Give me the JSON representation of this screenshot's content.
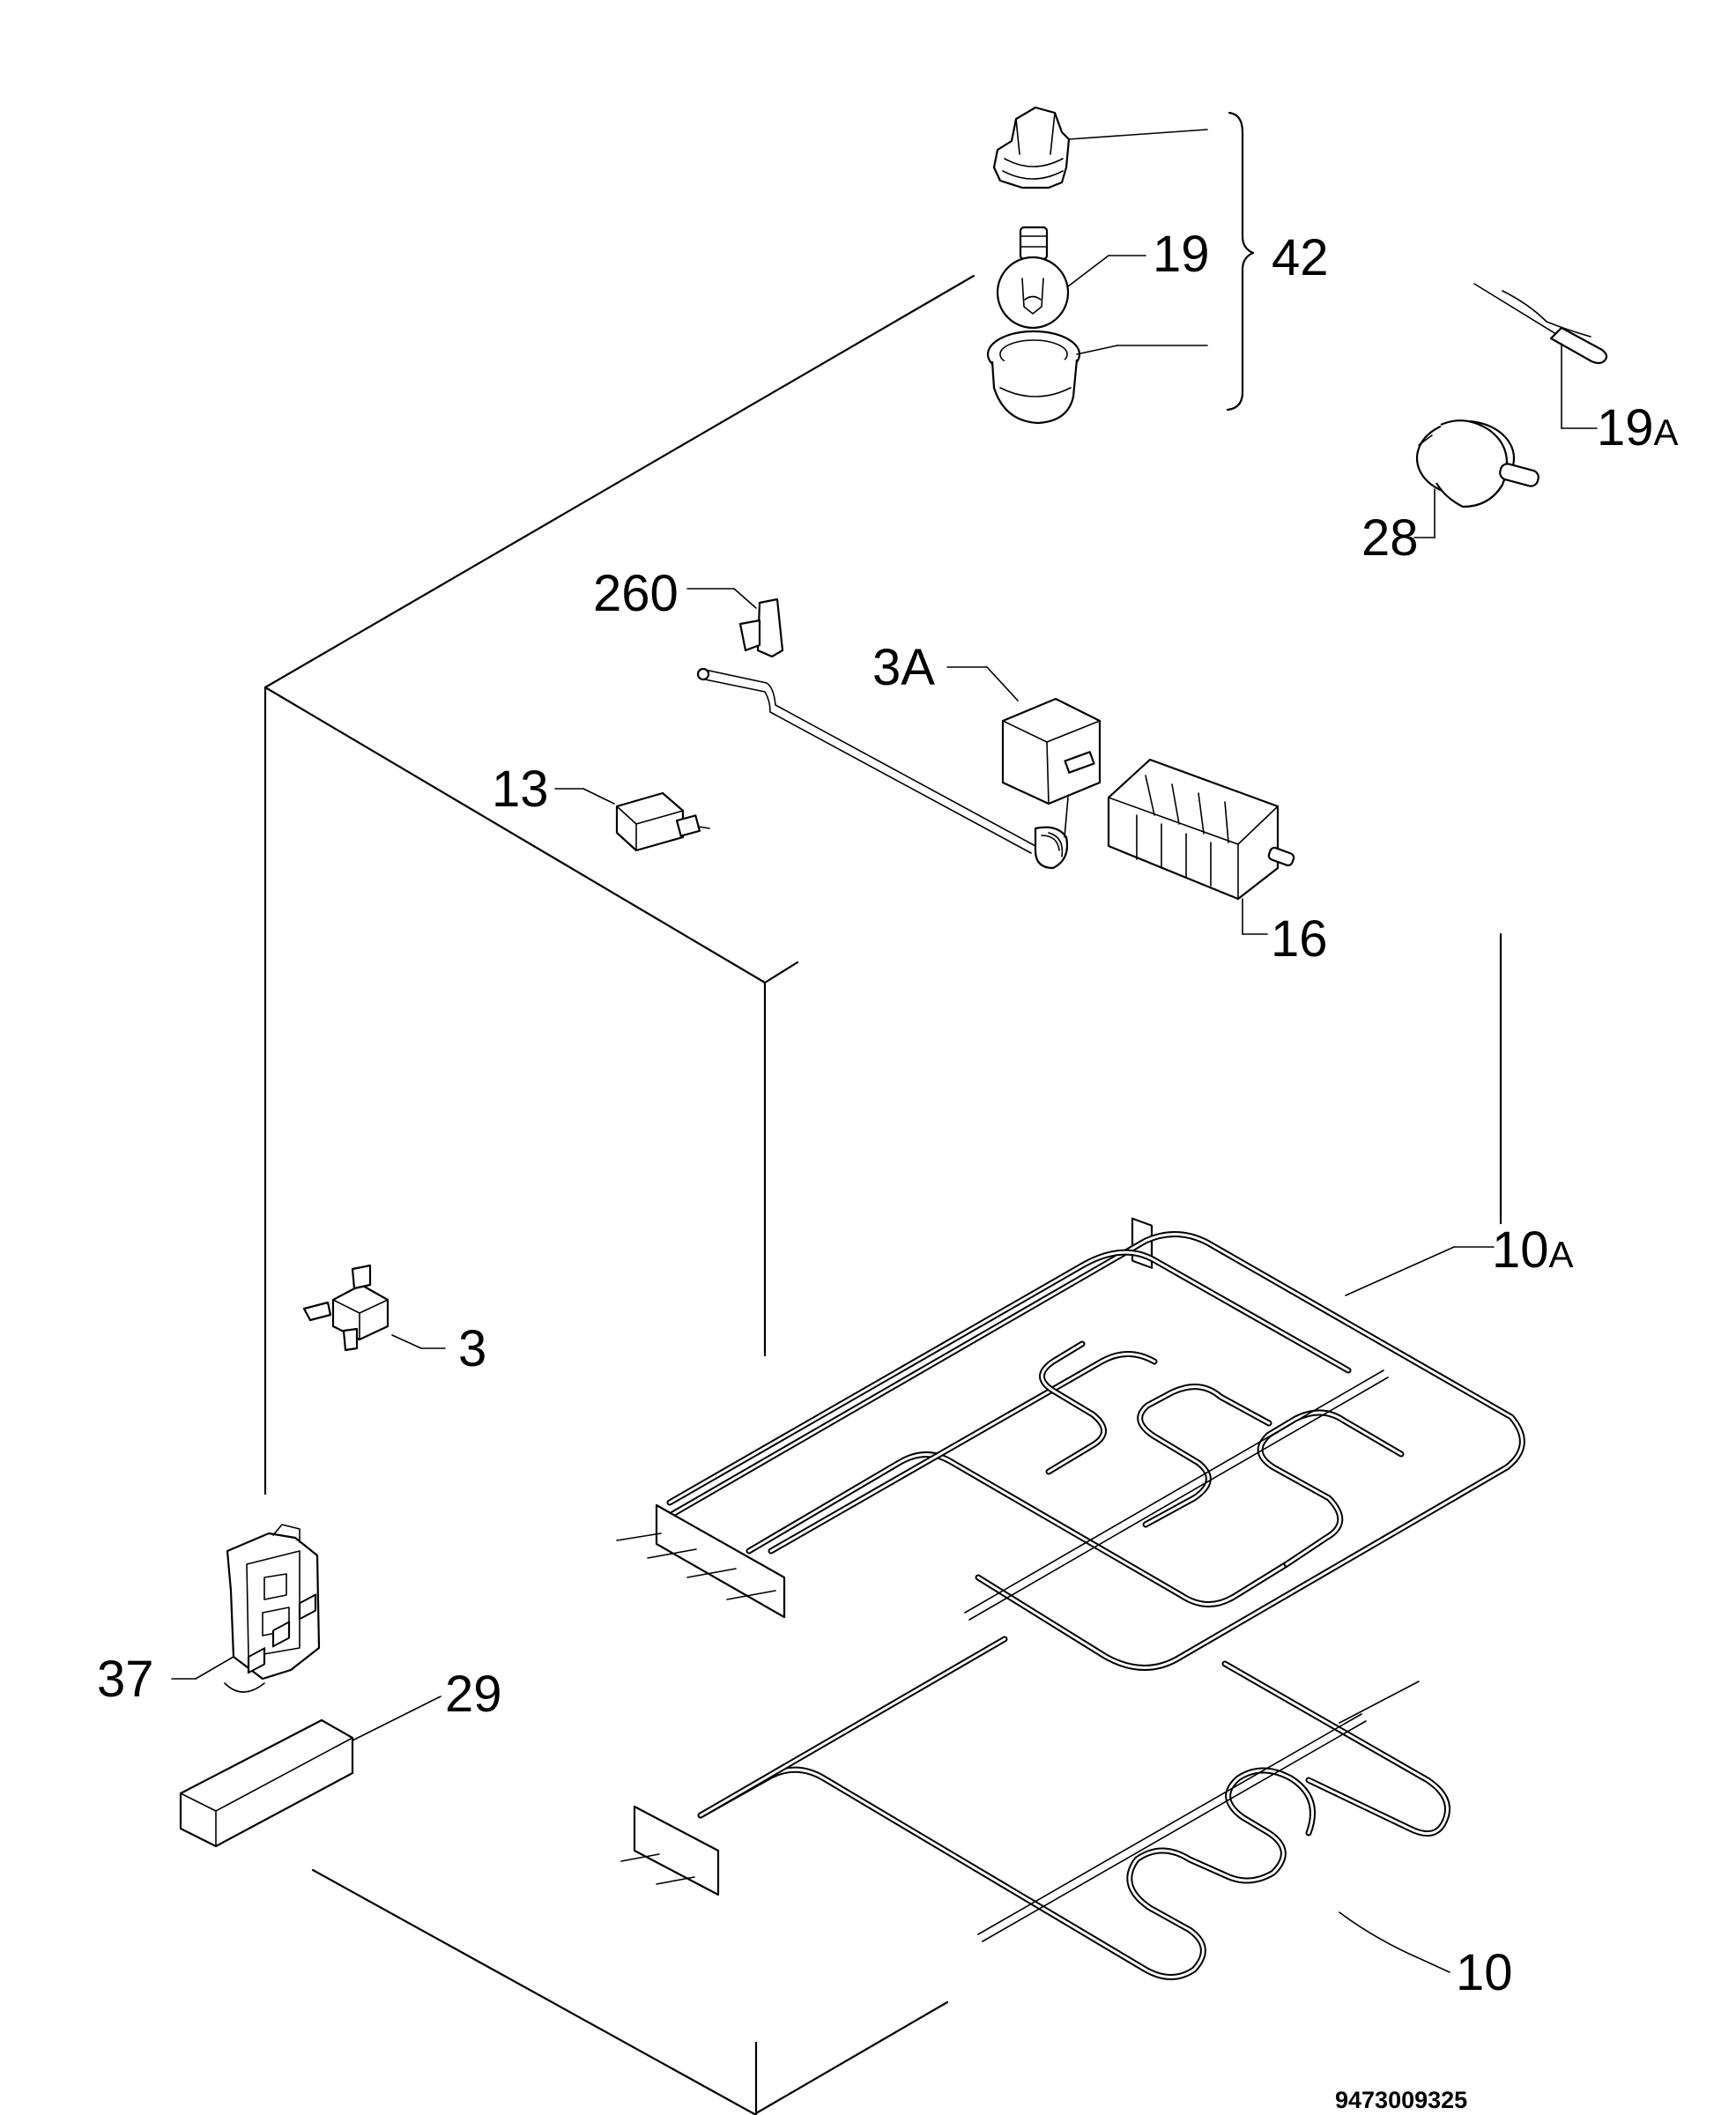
{
  "labels": {
    "p42": "42",
    "p19": "19",
    "p19a": "19",
    "p19a_suffix": "A",
    "p28": "28",
    "p260": "260",
    "p3a": "3A",
    "p13": "13",
    "p16": "16",
    "p10a": "10",
    "p10a_suffix": "A",
    "p3": "3",
    "p37": "37",
    "p29": "29",
    "p10": "10"
  },
  "drawing_code": "9473009325"
}
